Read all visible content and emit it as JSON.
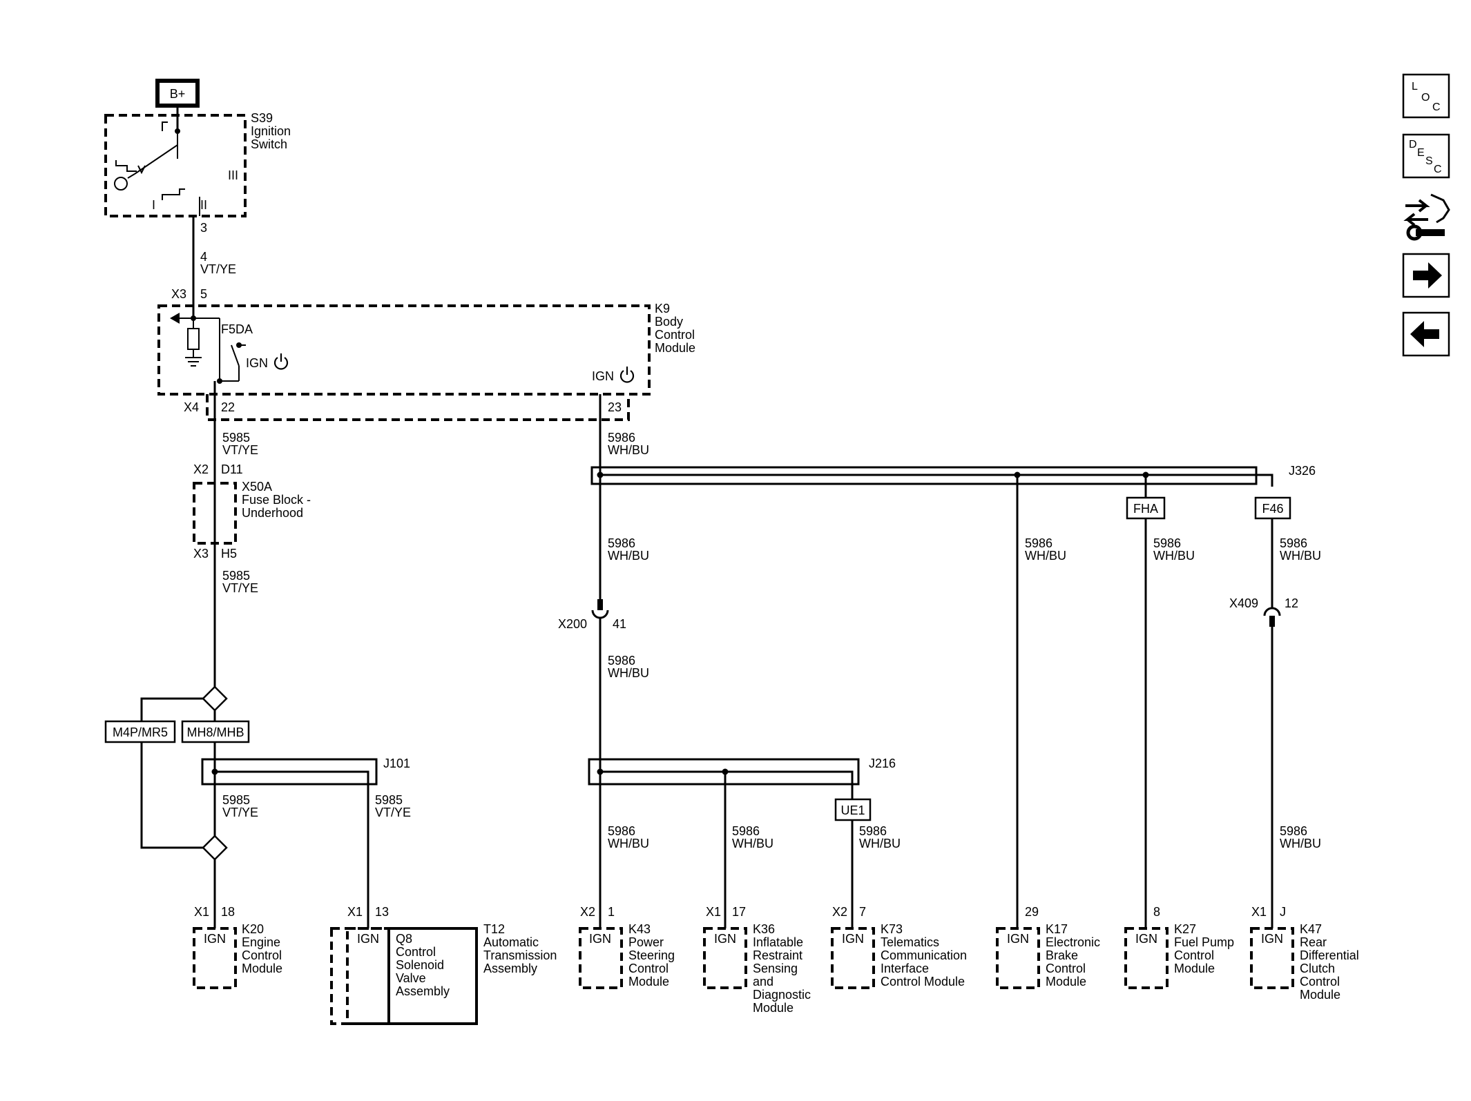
{
  "battery": "B+",
  "ignition_switch": {
    "ref": "S39",
    "name_1": "Ignition",
    "name_2": "Switch",
    "pos_I": "I",
    "pos_II": "II",
    "pos_III": "III",
    "pin": "3"
  },
  "wire_bplus": {
    "circuit": "4",
    "color": "VT/YE"
  },
  "bcm": {
    "ref": "K9",
    "name_1": "Body",
    "name_2": "Control",
    "name_3": "Module",
    "conn_in": "X3",
    "pin_in": "5",
    "fuse": "F5DA",
    "ign_label": "IGN",
    "conn_out": "X4",
    "pin_out_1": "22",
    "pin_out_2": "23"
  },
  "wire_5985_a": {
    "circuit": "5985",
    "color": "VT/YE"
  },
  "fuse_block": {
    "ref": "X50A",
    "name_1": "Fuse Block -",
    "name_2": "Underhood",
    "conn_top": "X2",
    "pin_top": "D11",
    "conn_bottom": "X3",
    "pin_bottom": "H5"
  },
  "wire_5985_b": {
    "circuit": "5985",
    "color": "VT/YE"
  },
  "options": {
    "opt_1": "M4P/MR5",
    "opt_2": "MH8/MHB",
    "opt_fha": "FHA",
    "opt_f46": "F46",
    "opt_ue1": "UE1"
  },
  "splices": {
    "j101": "J101",
    "j216": "J216",
    "j326": "J326"
  },
  "wire_5985_c": {
    "circuit": "5985",
    "color": "VT/YE"
  },
  "wire_5985_d": {
    "circuit": "5985",
    "color": "VT/YE"
  },
  "wire_5986_top": {
    "circuit": "5986",
    "color": "WH/BU"
  },
  "wire_5986_a": {
    "circuit": "5986",
    "color": "WH/BU"
  },
  "x200": {
    "conn": "X200",
    "pin": "41"
  },
  "wire_5986_b": {
    "circuit": "5986",
    "color": "WH/BU"
  },
  "wire_5986_k43": {
    "circuit": "5986",
    "color": "WH/BU"
  },
  "wire_5986_k36": {
    "circuit": "5986",
    "color": "WH/BU"
  },
  "wire_5986_k73": {
    "circuit": "5986",
    "color": "WH/BU"
  },
  "wire_5986_k17": {
    "circuit": "5986",
    "color": "WH/BU"
  },
  "wire_5986_k27": {
    "circuit": "5986",
    "color": "WH/BU"
  },
  "wire_5986_f46": {
    "circuit": "5986",
    "color": "WH/BU"
  },
  "x409": {
    "conn": "X409",
    "pin": "12"
  },
  "wire_5986_k47": {
    "circuit": "5986",
    "color": "WH/BU"
  },
  "modules": {
    "k20": {
      "conn": "X1",
      "pin": "18",
      "ign": "IGN",
      "ref": "K20",
      "l1": "Engine",
      "l2": "Control",
      "l3": "Module"
    },
    "t12": {
      "conn": "X1",
      "pin": "13",
      "ign": "IGN",
      "sub_ref": "Q8",
      "s1": "Control",
      "s2": "Solenoid",
      "s3": "Valve",
      "s4": "Assembly",
      "ref": "T12",
      "l1": "Automatic",
      "l2": "Transmission",
      "l3": "Assembly"
    },
    "k43": {
      "conn": "X2",
      "pin": "1",
      "ign": "IGN",
      "ref": "K43",
      "l1": "Power",
      "l2": "Steering",
      "l3": "Control",
      "l4": "Module"
    },
    "k36": {
      "conn": "X1",
      "pin": "17",
      "ign": "IGN",
      "ref": "K36",
      "l1": "Inflatable",
      "l2": "Restraint",
      "l3": "Sensing",
      "l4": "and",
      "l5": "Diagnostic",
      "l6": "Module"
    },
    "k73": {
      "conn": "X2",
      "pin": "7",
      "ign": "IGN",
      "ref": "K73",
      "l1": "Telematics",
      "l2": "Communication",
      "l3": "Interface",
      "l4": "Control Module"
    },
    "k17": {
      "pin": "29",
      "ign": "IGN",
      "ref": "K17",
      "l1": "Electronic",
      "l2": "Brake",
      "l3": "Control",
      "l4": "Module"
    },
    "k27": {
      "pin": "8",
      "ign": "IGN",
      "ref": "K27",
      "l1": "Fuel Pump",
      "l2": "Control",
      "l3": "Module"
    },
    "k47": {
      "conn": "X1",
      "pin": "J",
      "ign": "IGN",
      "ref": "K47",
      "l1": "Rear",
      "l2": "Differential",
      "l3": "Clutch",
      "l4": "Control",
      "l5": "Module"
    }
  },
  "nav": {
    "loc_l": "L",
    "loc_o": "O",
    "loc_c": "C",
    "desc_d": "D",
    "desc_e": "E",
    "desc_s": "S",
    "desc_c": "C"
  }
}
